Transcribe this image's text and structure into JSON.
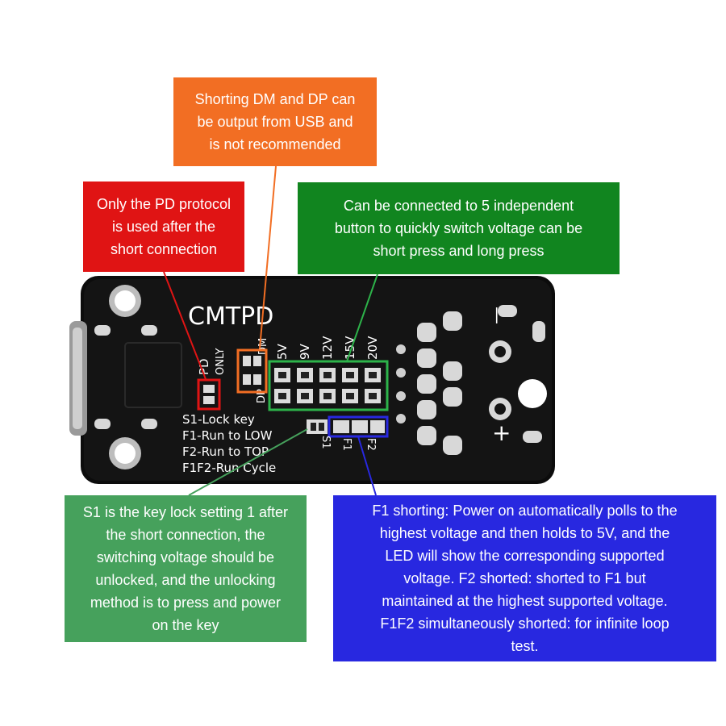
{
  "callouts": {
    "dm_dp": {
      "lines": [
        "Shorting DM and DP can",
        "be output from USB and",
        "is not recommended"
      ],
      "color": "#f26e23"
    },
    "pd_only": {
      "lines": [
        "Only the PD protocol",
        "is used after the",
        "short connection"
      ],
      "color": "#e01414"
    },
    "buttons": {
      "lines": [
        "Can be connected to 5 independent",
        "button to quickly switch voltage can be",
        "short press and long press"
      ],
      "color": "#11851f"
    },
    "s1": {
      "lines": [
        "S1 is the key lock setting 1 after",
        "the short connection, the",
        "switching voltage should be",
        "unlocked, and the unlocking",
        "method is to press and power",
        "on the key"
      ],
      "color": "#46a15c"
    },
    "f1f2": {
      "lines": [
        "F1 shorting: Power on automatically polls to the",
        "highest voltage and then holds to 5V, and the",
        "LED will show the corresponding supported",
        "voltage. F2 shorted: shorted to F1 but",
        "maintained at the highest supported voltage.",
        "F1F2 simultaneously shorted: for infinite loop",
        "test."
      ],
      "color": "#2828e0"
    }
  },
  "board": {
    "name": "CMTPD",
    "pd_label": "PD",
    "only_label": "ONLY",
    "dm_label": "DM",
    "dp_label": "DP",
    "voltages": [
      "5V",
      "9V",
      "12V",
      "15V",
      "20V"
    ],
    "lock_lines": [
      "S1-Lock key",
      "F1-Run to LOW",
      "F2-Run to TOP",
      "F1F2-Run Cycle"
    ],
    "jumper_labels": [
      "S1",
      "F1",
      "F2"
    ],
    "minus_sign": "—",
    "plus_sign": "+"
  }
}
